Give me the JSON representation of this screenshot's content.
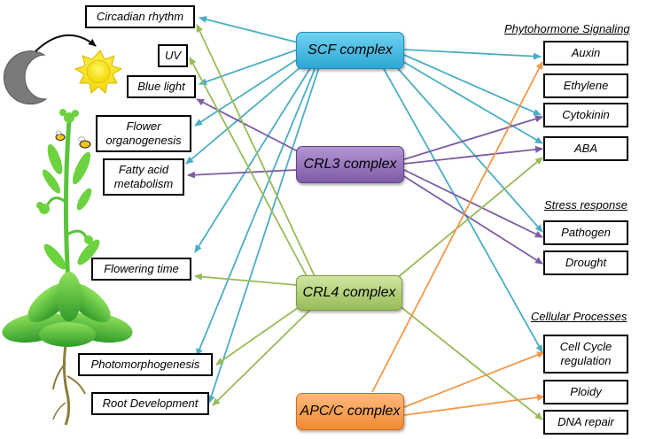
{
  "complexes": {
    "scf": "SCF complex",
    "crl3": "CRL3 complex",
    "crl4": "CRL4 complex",
    "apc": "APC/C complex"
  },
  "left_targets": {
    "circadian": "Circadian rhythm",
    "uv": "UV",
    "blue_light": "Blue light",
    "flower_organogenesis": "Flower organogenesis",
    "fatty_acid": "Fatty acid metabolism",
    "flowering_time": "Flowering time",
    "photomorphogenesis": "Photomorphogenesis",
    "root_development": "Root Development"
  },
  "headings": {
    "phytohormone": "Phytohormone Signaling",
    "stress": "Stress response",
    "cellular": "Cellular Processes"
  },
  "right_targets": {
    "auxin": "Auxin",
    "ethylene": "Ethylene",
    "cytokinin": "Cytokinin",
    "aba": "ABA",
    "pathogen": "Pathogen",
    "drought": "Drought",
    "cell_cycle": "Cell Cycle regulation",
    "ploidy": "Ploidy",
    "dna_repair": "DNA repair"
  },
  "colors": {
    "scf": "#4aaec4",
    "crl3": "#7d5ba6",
    "crl4": "#98bb58",
    "apc": "#f29848"
  }
}
